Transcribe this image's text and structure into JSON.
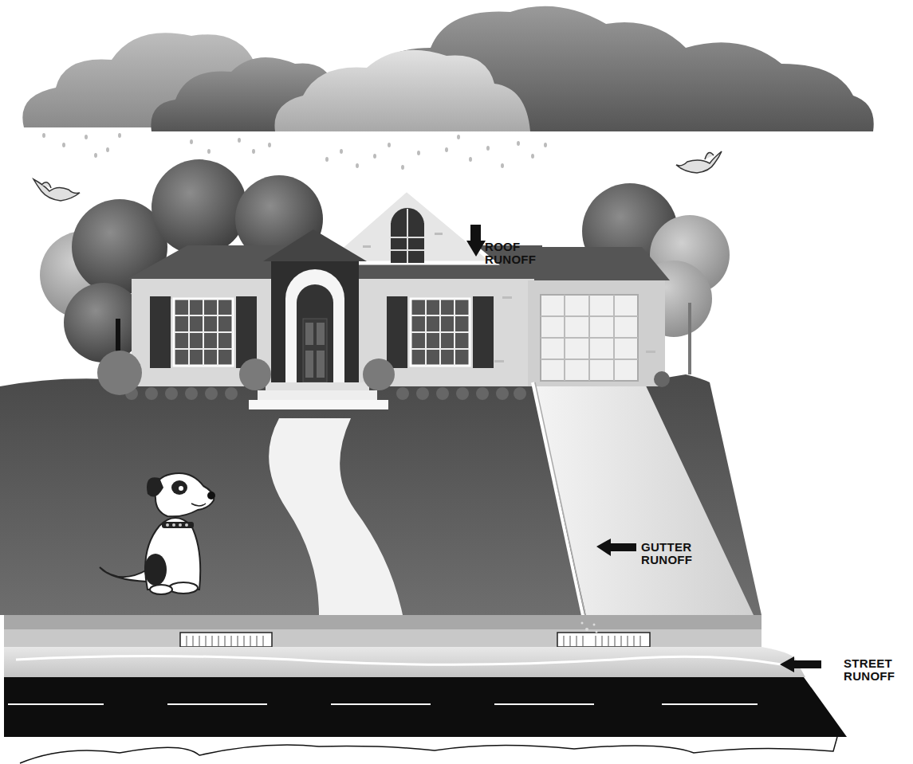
{
  "diagram": {
    "labels": [
      "ROOF RUNOFF",
      "GUTTER RUNOFF",
      "STREET RUNOFF"
    ]
  }
}
